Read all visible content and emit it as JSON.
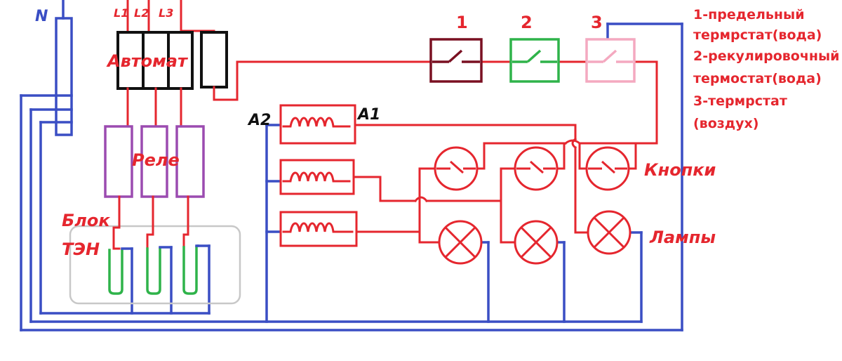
{
  "labels": {
    "neutral": "N",
    "phase_l1": "L1",
    "phase_l2": "L2",
    "phase_l3": "L3",
    "breaker": "Автомат",
    "relay": "Реле",
    "heater_block_line1": "Блок",
    "heater_block_line2": "ТЭН",
    "coil_a1": "A1",
    "coil_a2": "A2",
    "thermostat_1": "1",
    "thermostat_2": "2",
    "thermostat_3": "3",
    "buttons": "Кнопки",
    "lamps": "Лампы"
  },
  "legend": [
    "1-предельный",
    "термрстат(вода)",
    "2-рекулировочный",
    "термостат(вода)",
    "3-термрстат",
    "(воздух)"
  ],
  "colors": {
    "phase_wire": "#e5262e",
    "neutral_wire": "#3a4ec4",
    "heater_element": "#2fb34a",
    "breaker_outline": "#111111",
    "relay_outline": "#9b4bb0",
    "thermostat_1": "#7a1022",
    "thermostat_2": "#2fb34a",
    "thermostat_3": "#f4a9c0",
    "heater_block_frame": "#c8c8c8"
  }
}
